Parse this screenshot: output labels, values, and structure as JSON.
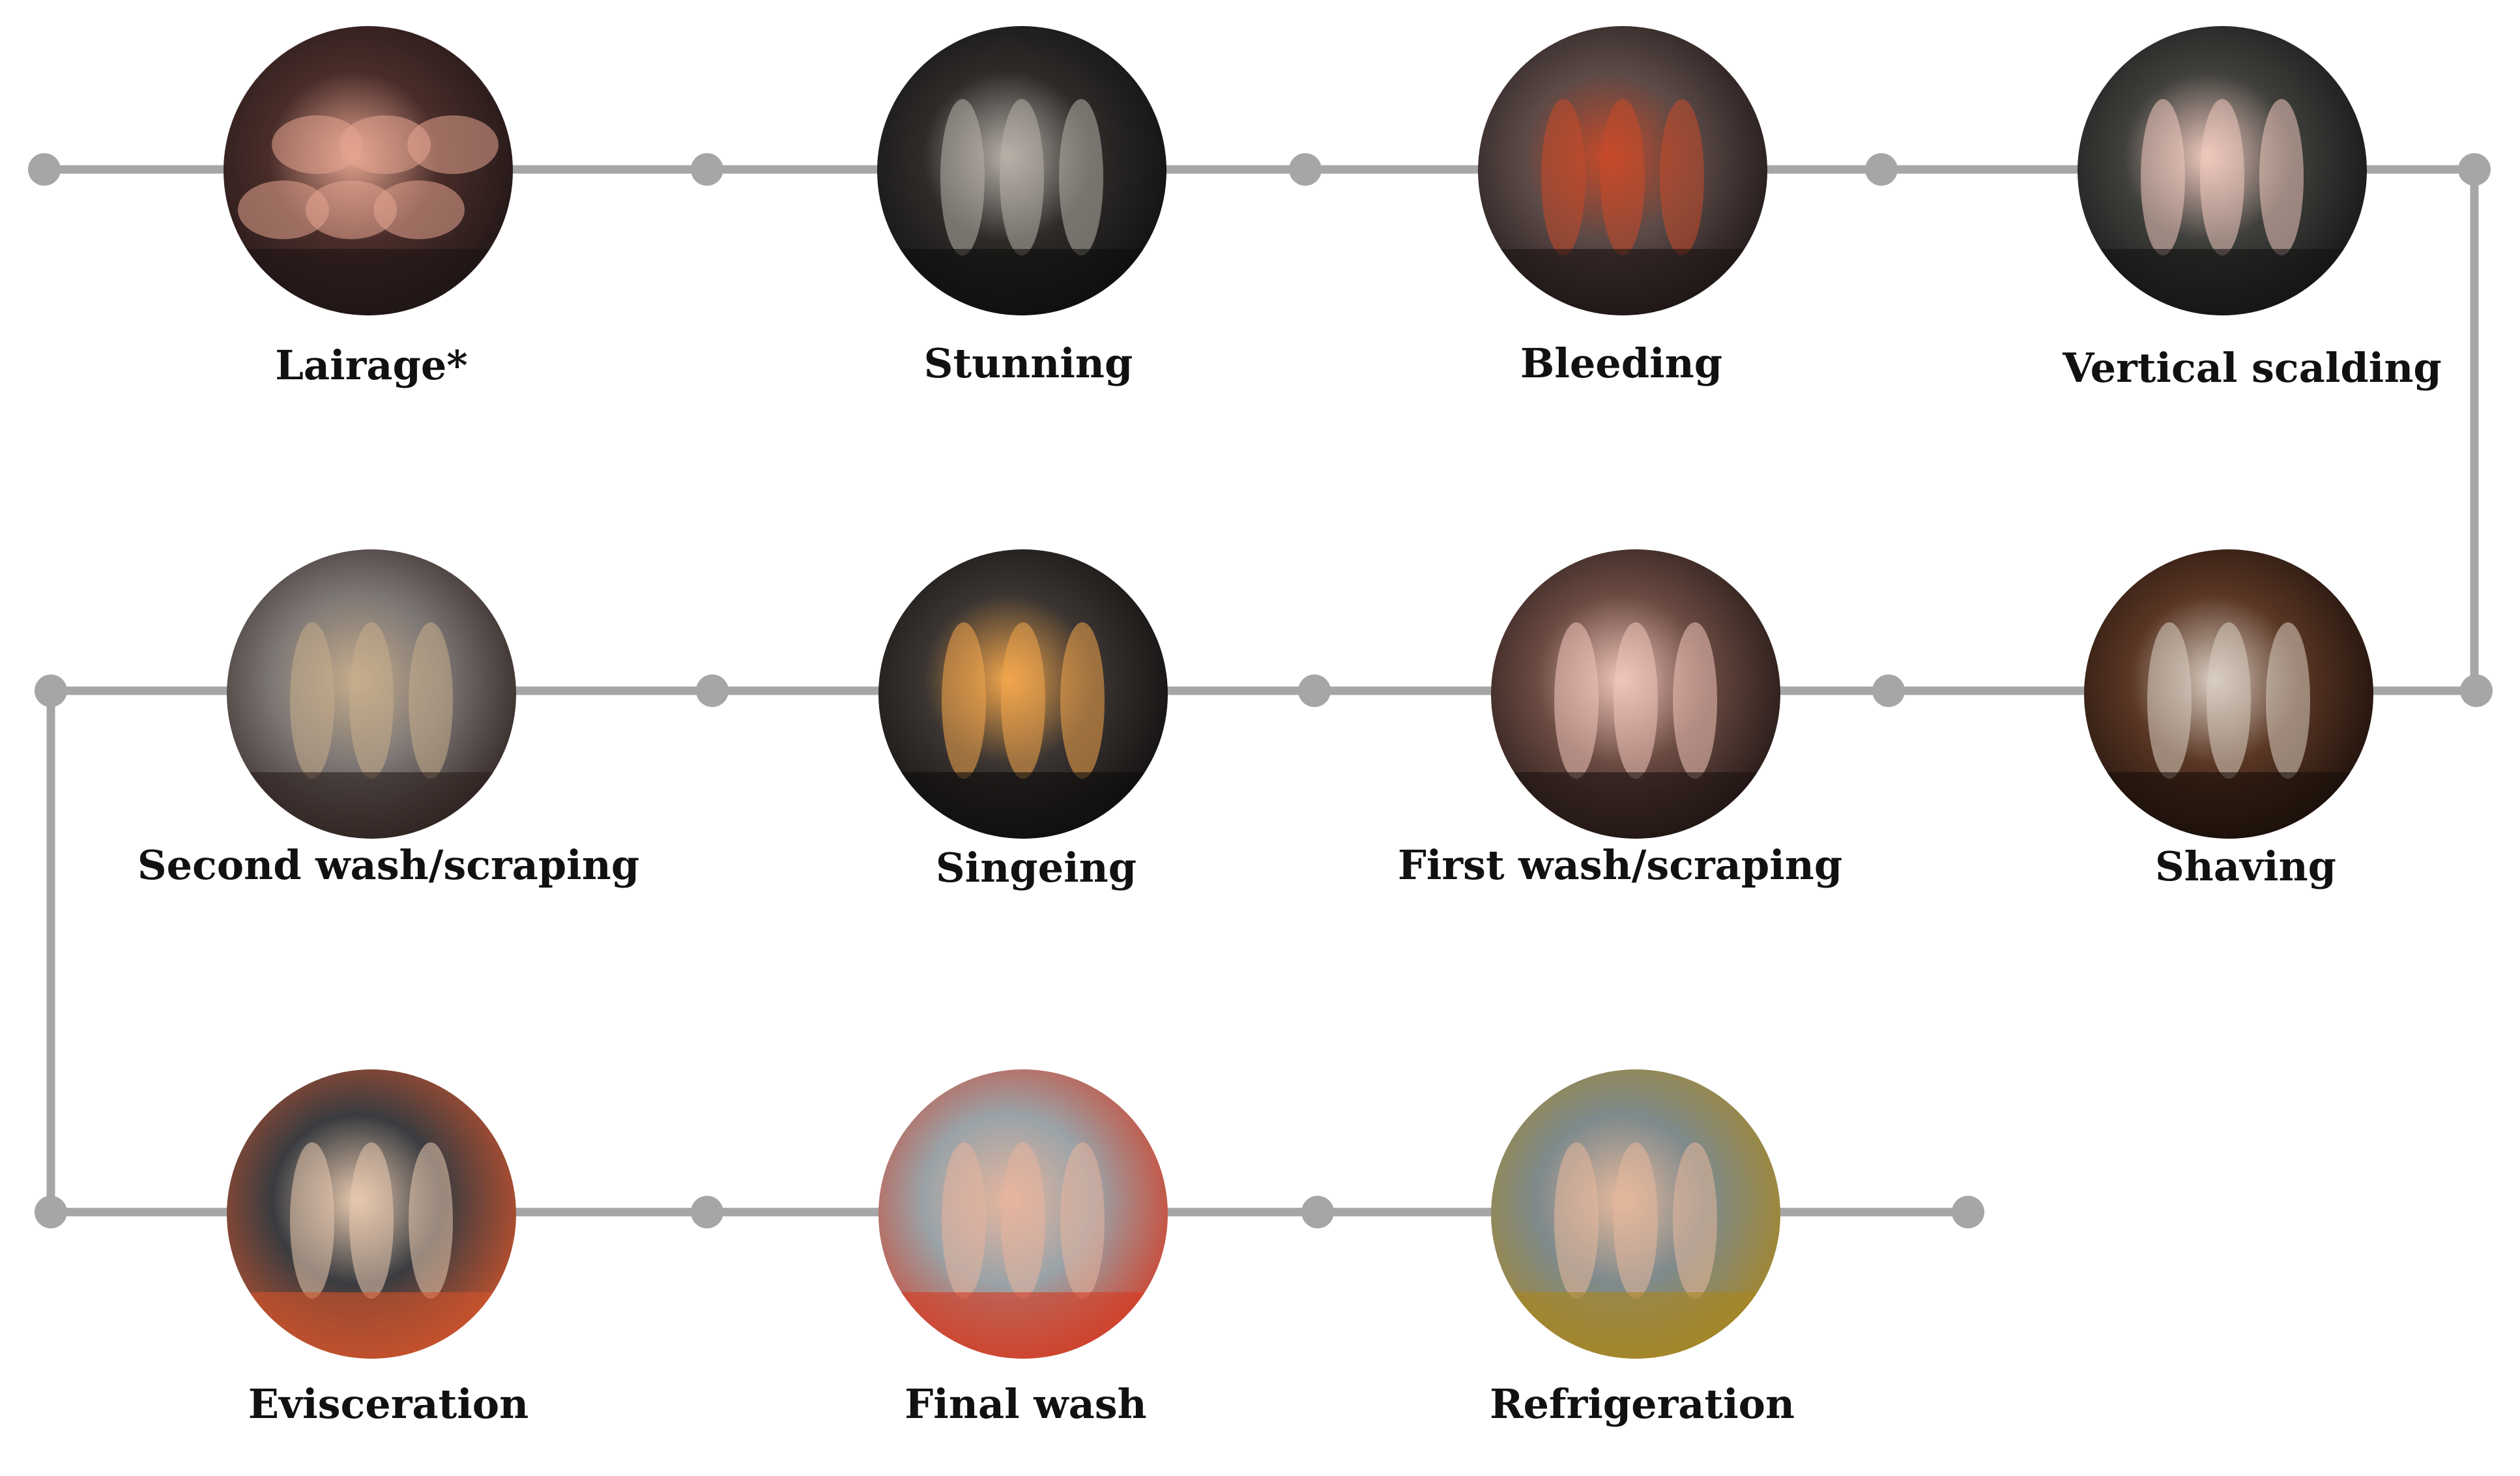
{
  "steps": [
    {
      "id": "lairage",
      "label": "Lairage*",
      "photo_icon": "pigs-in-pen-photo",
      "colors": [
        "#4a2d2a",
        "#e4a48f",
        "#1c1414"
      ]
    },
    {
      "id": "stunning",
      "label": "Stunning",
      "photo_icon": "stunning-box-photo",
      "colors": [
        "#2e2b29",
        "#b7b0a8",
        "#0e0e0e"
      ]
    },
    {
      "id": "bleeding",
      "label": "Bleeding",
      "photo_icon": "hanging-carcass-worker-photo",
      "colors": [
        "#5b4a47",
        "#c74a2a",
        "#1a1313"
      ]
    },
    {
      "id": "vertical-scalding",
      "label": "Vertical scalding",
      "photo_icon": "scalding-tunnel-photo",
      "colors": [
        "#3f3f3c",
        "#efc9bd",
        "#121212"
      ]
    },
    {
      "id": "shaving",
      "label": "Shaving",
      "photo_icon": "shaving-machine-photo",
      "colors": [
        "#5a3624",
        "#d9cdc1",
        "#170d09"
      ]
    },
    {
      "id": "first-wash-scraping",
      "label": "First wash/scraping",
      "photo_icon": "wash-cabinet-photo",
      "colors": [
        "#6b4a42",
        "#f0c5b9",
        "#1c1311"
      ]
    },
    {
      "id": "singeing",
      "label": "Singeing",
      "photo_icon": "singeing-flames-photo",
      "colors": [
        "#3b3532",
        "#f2a64c",
        "#0d0c0c"
      ]
    },
    {
      "id": "second-wash-scraping",
      "label": "Second wash/scraping",
      "photo_icon": "scraping-cabinet-photo",
      "colors": [
        "#7d7775",
        "#c6ad8c",
        "#2a1e1b"
      ]
    },
    {
      "id": "evisceration",
      "label": "Evisceration",
      "photo_icon": "evisceration-line-photo",
      "colors": [
        "#3a3c40",
        "#e7c8ae",
        "#d2542b"
      ]
    },
    {
      "id": "final-wash",
      "label": "Final wash",
      "photo_icon": "final-wash-line-photo",
      "colors": [
        "#9aa3a8",
        "#e7b59e",
        "#d43a22"
      ]
    },
    {
      "id": "refrigeration",
      "label": "Refrigeration",
      "photo_icon": "cold-room-carcasses-photo",
      "colors": [
        "#7e8a8c",
        "#e6b89c",
        "#a8861f"
      ]
    }
  ],
  "colors": {
    "connector": "#a6a6a6",
    "label_text": "#111111",
    "background": "#ffffff"
  }
}
